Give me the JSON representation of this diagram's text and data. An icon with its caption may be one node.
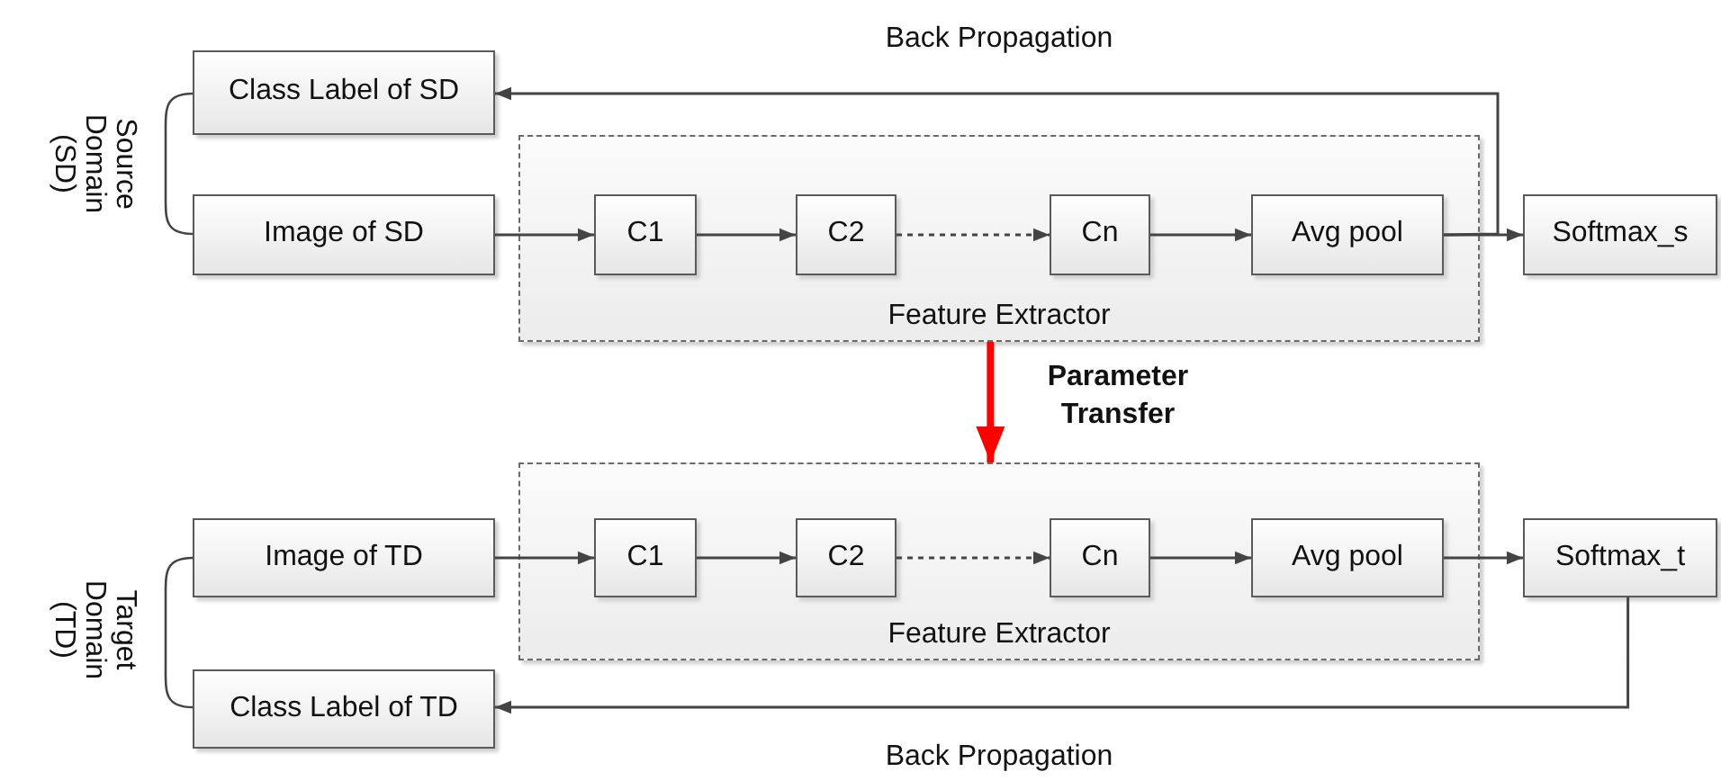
{
  "diagram": {
    "nodes": [
      {
        "text": [
          "Class Label of SD"
        ]
      },
      {
        "text": [
          "Image of SD"
        ]
      },
      {
        "text": [
          "Feature Extractor"
        ]
      },
      {
        "text": [
          "C1"
        ],
        "in": 2
      },
      {
        "text": [
          "C2"
        ],
        "in": 2
      },
      {
        "text": [
          "Cn"
        ],
        "in": 2
      },
      {
        "text": [
          "Avg pool"
        ],
        "in": 2
      },
      {
        "text": [
          "Softmax_s"
        ]
      },
      {
        "text": [
          "Image of TD"
        ]
      },
      {
        "text": [
          "Feature Extractor"
        ]
      },
      {
        "text": [
          "C1"
        ],
        "in": 9
      },
      {
        "text": [
          "C2"
        ],
        "in": 9
      },
      {
        "text": [
          "Cn"
        ],
        "in": 9
      },
      {
        "text": [
          "Avg pool"
        ],
        "in": 9
      },
      {
        "text": [
          "Softmax_t"
        ]
      },
      {
        "text": [
          "Class Label of TD"
        ]
      }
    ],
    "edges": [
      {
        "from": 1,
        "to": 3,
        "arrow": "to"
      },
      {
        "from": 3,
        "to": 4,
        "arrow": "to"
      },
      {
        "from": 4,
        "to": 5,
        "arrow": "to",
        "style": "dashed"
      },
      {
        "from": 5,
        "to": 6,
        "arrow": "to"
      },
      {
        "from": 6,
        "to": 7,
        "arrow": "to"
      },
      {
        "from": 6,
        "to": 0,
        "arrow": "to",
        "label": "Back Propagation"
      },
      {
        "from": 2,
        "to": 9,
        "arrow": "to",
        "label": "Parameter Transfer",
        "style": "thick",
        "color": "#ff0000"
      },
      {
        "from": 8,
        "to": 10,
        "arrow": "to"
      },
      {
        "from": 10,
        "to": 11,
        "arrow": "to"
      },
      {
        "from": 11,
        "to": 12,
        "arrow": "to",
        "style": "dashed"
      },
      {
        "from": 12,
        "to": 13,
        "arrow": "to"
      },
      {
        "from": 13,
        "to": 14,
        "arrow": "to"
      },
      {
        "from": 14,
        "to": 15,
        "arrow": "to",
        "label": "Back Propagation"
      }
    ],
    "labels": [
      "Source Domain (SD)",
      "Target Domain (TD)"
    ]
  }
}
